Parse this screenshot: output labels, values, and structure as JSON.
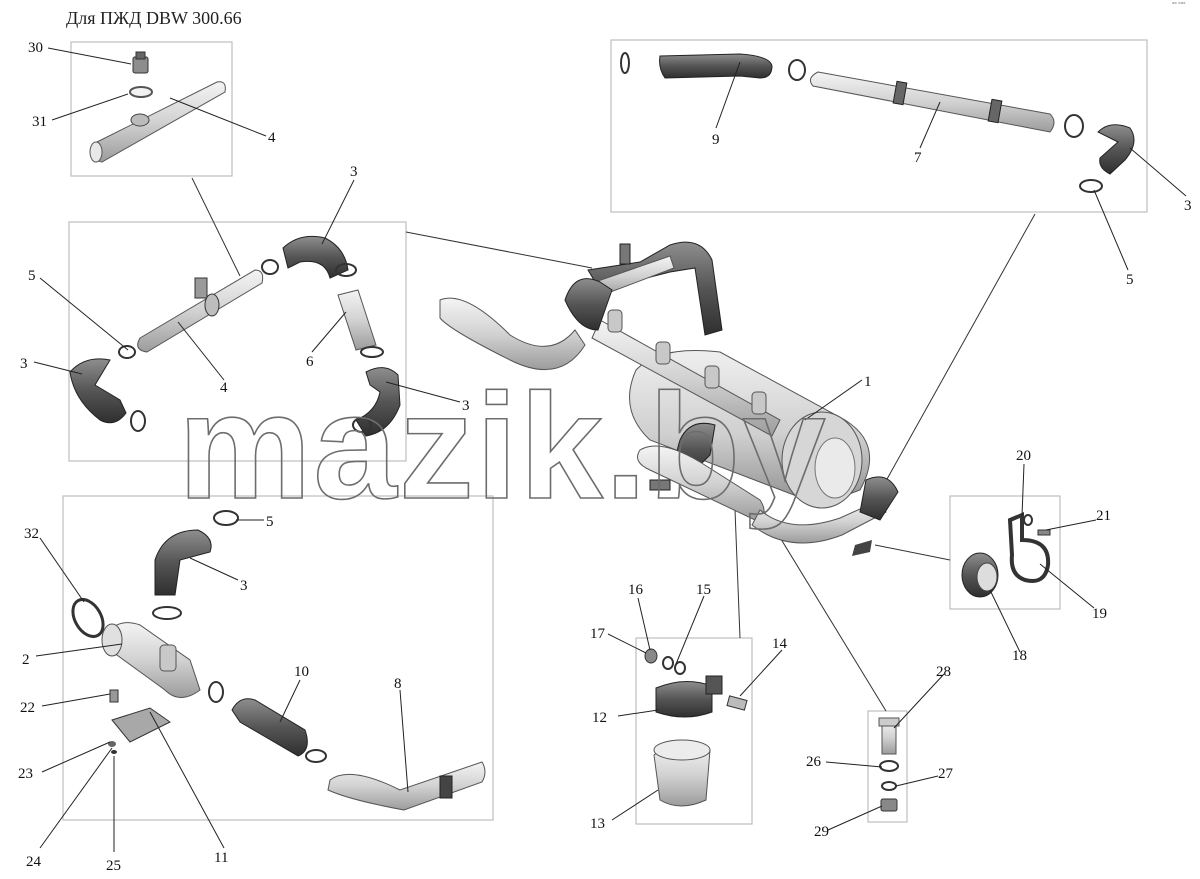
{
  "title": "Для ПЖД DBW 300.66",
  "corner_mark": "°° °°°",
  "watermark": "mazik.by",
  "colors": {
    "rubber": "#555555",
    "rubber_light": "#8a8a8a",
    "metal": "#d9d9d9",
    "metal_dark": "#a8a8a8",
    "frame": "#bdbdbd",
    "leader": "#222222"
  },
  "callouts": [
    {
      "id": "c30",
      "text": "30"
    },
    {
      "id": "c31",
      "text": "31"
    },
    {
      "id": "c4a",
      "text": "4"
    },
    {
      "id": "c3a",
      "text": "3"
    },
    {
      "id": "c5a",
      "text": "5"
    },
    {
      "id": "c3b",
      "text": "3"
    },
    {
      "id": "c4b",
      "text": "4"
    },
    {
      "id": "c6",
      "text": "6"
    },
    {
      "id": "c3c",
      "text": "3"
    },
    {
      "id": "c9",
      "text": "9"
    },
    {
      "id": "c7",
      "text": "7"
    },
    {
      "id": "c3d",
      "text": "3"
    },
    {
      "id": "c5b",
      "text": "5"
    },
    {
      "id": "c1",
      "text": "1"
    },
    {
      "id": "c32",
      "text": "32"
    },
    {
      "id": "c5c",
      "text": "5"
    },
    {
      "id": "c3e",
      "text": "3"
    },
    {
      "id": "c2",
      "text": "2"
    },
    {
      "id": "c10",
      "text": "10"
    },
    {
      "id": "c8",
      "text": "8"
    },
    {
      "id": "c22",
      "text": "22"
    },
    {
      "id": "c23",
      "text": "23"
    },
    {
      "id": "c24",
      "text": "24"
    },
    {
      "id": "c25",
      "text": "25"
    },
    {
      "id": "c11",
      "text": "11"
    },
    {
      "id": "c16",
      "text": "16"
    },
    {
      "id": "c15",
      "text": "15"
    },
    {
      "id": "c17",
      "text": "17"
    },
    {
      "id": "c14",
      "text": "14"
    },
    {
      "id": "c12",
      "text": "12"
    },
    {
      "id": "c13",
      "text": "13"
    },
    {
      "id": "c20",
      "text": "20"
    },
    {
      "id": "c21",
      "text": "21"
    },
    {
      "id": "c19",
      "text": "19"
    },
    {
      "id": "c18",
      "text": "18"
    },
    {
      "id": "c28",
      "text": "28"
    },
    {
      "id": "c26",
      "text": "26"
    },
    {
      "id": "c27",
      "text": "27"
    },
    {
      "id": "c29",
      "text": "29"
    }
  ]
}
